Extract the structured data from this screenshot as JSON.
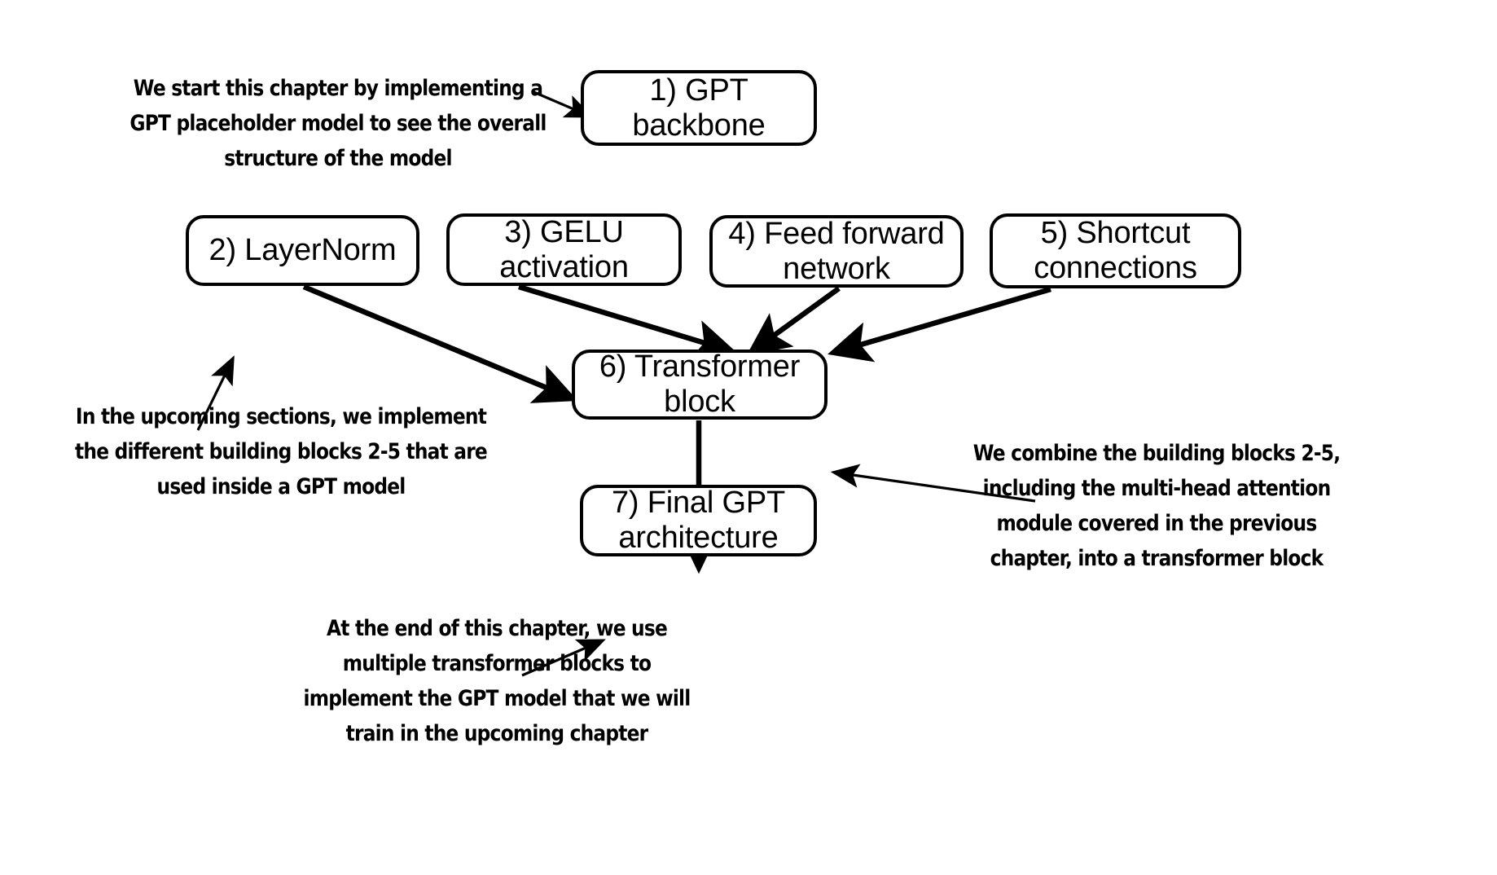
{
  "figure": {
    "title": "GPT chapter overview flowchart",
    "background_color": "#ffffff",
    "stroke_color": "#000000"
  },
  "nodes": [
    {
      "id": "gpt-backbone",
      "label": "1) GPT\nbackbone"
    },
    {
      "id": "layernorm",
      "label": "2) LayerNorm"
    },
    {
      "id": "gelu-activation",
      "label": "3) GELU\nactivation"
    },
    {
      "id": "feed-forward-network",
      "label": "4) Feed forward\nnetwork"
    },
    {
      "id": "shortcut-connections",
      "label": "5) Shortcut\nconnections"
    },
    {
      "id": "transformer-block",
      "label": "6) Transformer\nblock"
    },
    {
      "id": "final-gpt-architecture",
      "label": "7) Final GPT\narchitecture"
    }
  ],
  "annotations": [
    {
      "id": "intro-note",
      "text": "We start this chapter by implementing a\nGPT placeholder model to see the overall\nstructure of the model"
    },
    {
      "id": "building-blocks-note",
      "text": "In the upcoming sections, we implement\nthe different building blocks 2-5 that are\nused inside a GPT model"
    },
    {
      "id": "combine-blocks-note",
      "text": "We combine the building blocks 2-5,\nincluding the multi-head attention\nmodule covered in the previous\nchapter, into a transformer block"
    },
    {
      "id": "end-of-chapter-note",
      "text": "At the end of this chapter, we use\nmultiple transformer blocks to\nimplement the GPT model that we will\ntrain in the upcoming chapter"
    }
  ],
  "edges": [
    {
      "from": "intro-note",
      "to": "gpt-backbone",
      "style": "thin-arrow"
    },
    {
      "from": "layernorm",
      "to": "transformer-block",
      "style": "thick-arrow"
    },
    {
      "from": "gelu-activation",
      "to": "transformer-block",
      "style": "thick-arrow"
    },
    {
      "from": "feed-forward-network",
      "to": "transformer-block",
      "style": "thick-arrow"
    },
    {
      "from": "shortcut-connections",
      "to": "transformer-block",
      "style": "thick-arrow"
    },
    {
      "from": "transformer-block",
      "to": "final-gpt-architecture",
      "style": "thick-arrow"
    },
    {
      "from": "building-blocks-note",
      "to": "layernorm",
      "style": "thin-arrow"
    },
    {
      "from": "combine-blocks-note",
      "to": "transformer-block",
      "style": "thin-arrow"
    },
    {
      "from": "end-of-chapter-note",
      "to": "final-gpt-architecture",
      "style": "thin-arrow"
    }
  ]
}
